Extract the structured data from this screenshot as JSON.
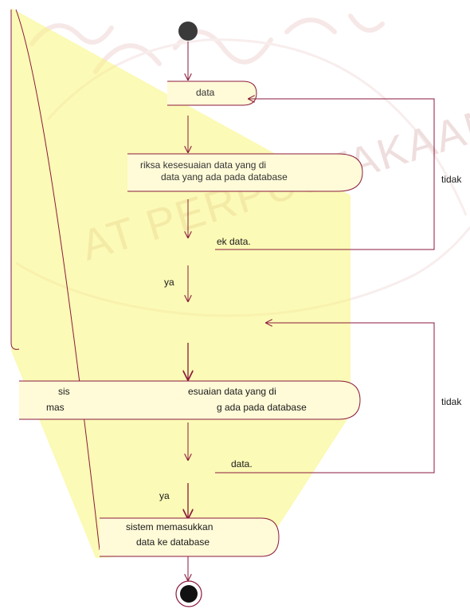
{
  "diagram": {
    "state1": "data",
    "state2_line1": "riksa kesesuaian data yang di",
    "state2_line2": "data yang ada pada database",
    "guard1": "ek data.",
    "yes1": "ya",
    "no1": "tidak",
    "state3_left1": "sis",
    "state3_left2": "mas",
    "state3_right1": "esuaian data yang di",
    "state3_right2": "g ada pada database",
    "guard2": "data.",
    "no2": "tidak",
    "yes2": "ya",
    "state4_line1": "sistem memasukkan",
    "state4_line2": "data ke database"
  },
  "watermark": {
    "text": "AT PERPUSTAKAAN"
  },
  "colors": {
    "line": "#8b1a3c",
    "state_fill": "#fffbd8",
    "highlight": "#f8f66e",
    "node": "#111111",
    "watermark": "#c98a8a"
  }
}
